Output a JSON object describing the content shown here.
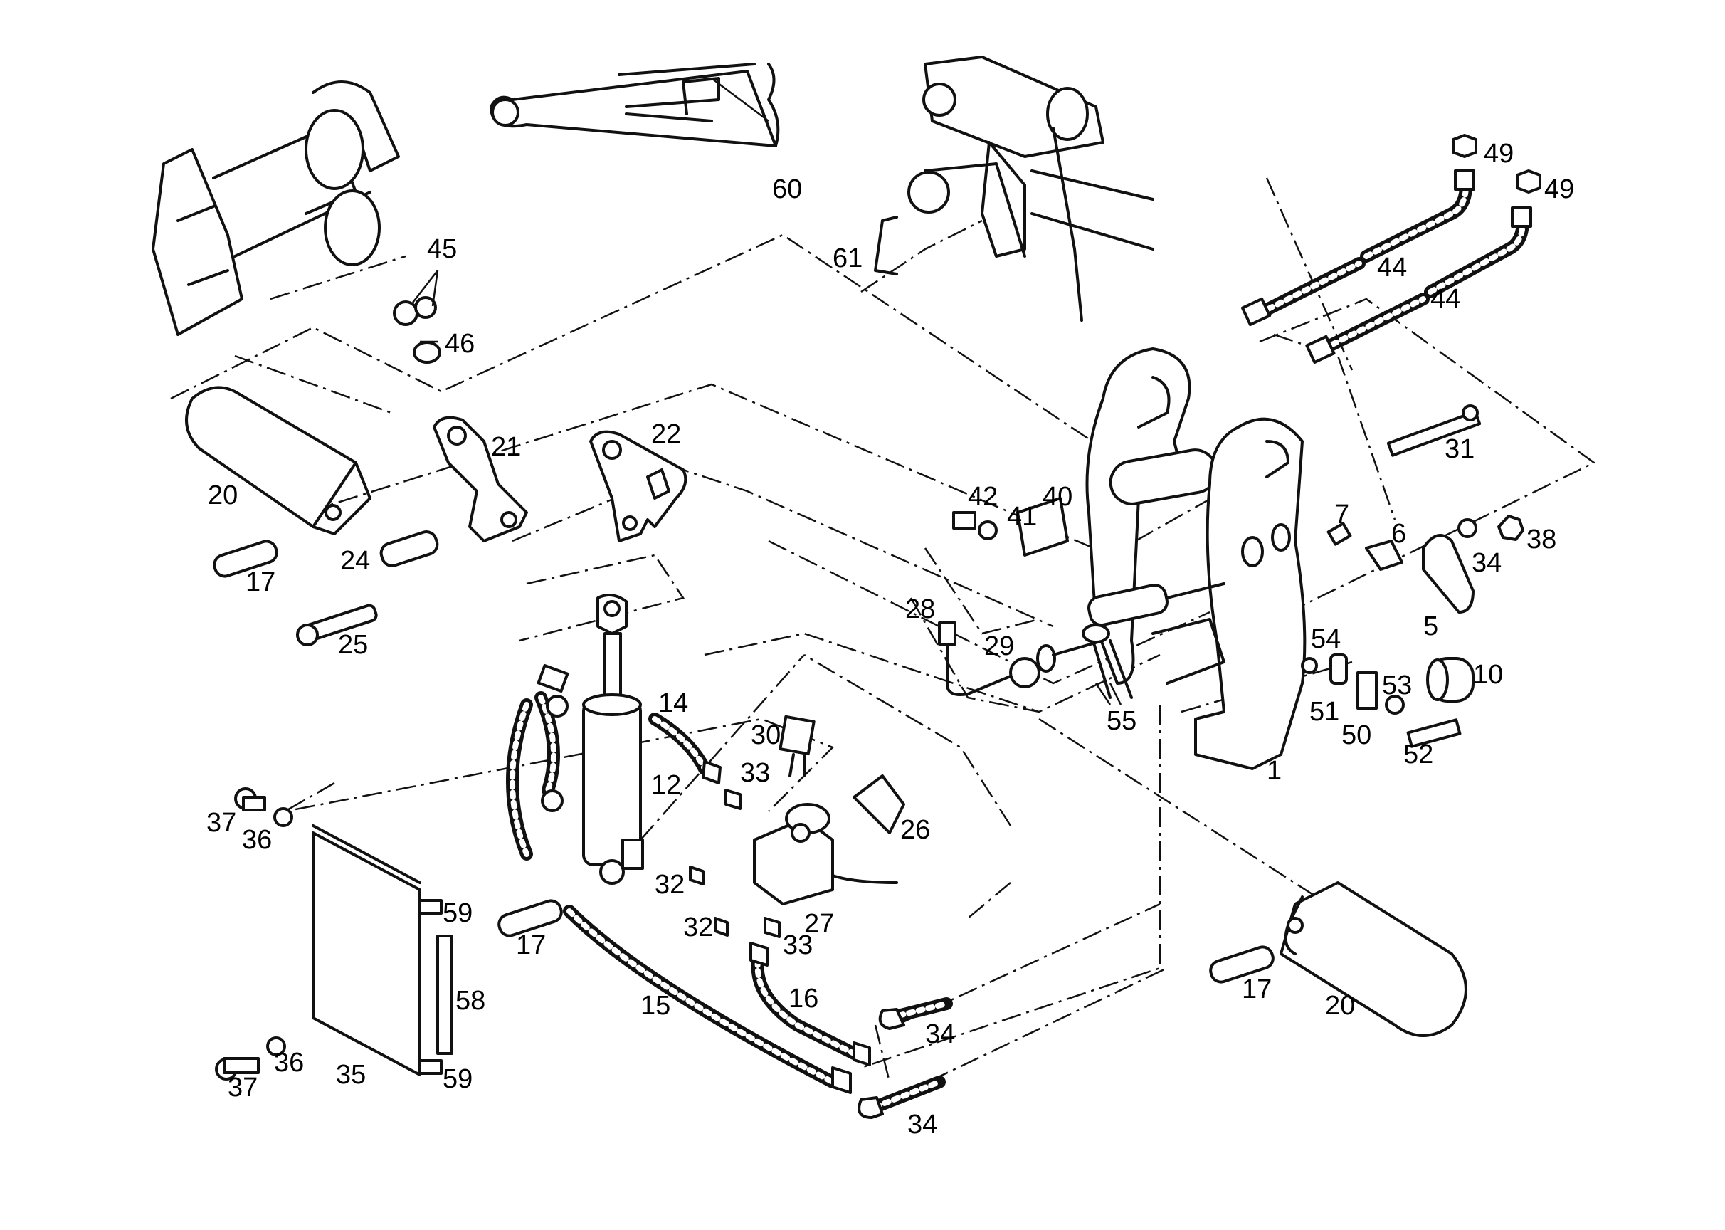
{
  "callouts": [
    {
      "id": "1",
      "text": "1"
    },
    {
      "id": "5",
      "text": "5"
    },
    {
      "id": "6",
      "text": "6"
    },
    {
      "id": "7",
      "text": "7"
    },
    {
      "id": "10",
      "text": "10"
    },
    {
      "id": "12",
      "text": "12"
    },
    {
      "id": "14",
      "text": "14"
    },
    {
      "id": "15",
      "text": "15"
    },
    {
      "id": "16",
      "text": "16"
    },
    {
      "id": "17a",
      "text": "17"
    },
    {
      "id": "17b",
      "text": "17"
    },
    {
      "id": "17c",
      "text": "17"
    },
    {
      "id": "20a",
      "text": "20"
    },
    {
      "id": "20b",
      "text": "20"
    },
    {
      "id": "21",
      "text": "21"
    },
    {
      "id": "22",
      "text": "22"
    },
    {
      "id": "24",
      "text": "24"
    },
    {
      "id": "25",
      "text": "25"
    },
    {
      "id": "26",
      "text": "26"
    },
    {
      "id": "27",
      "text": "27"
    },
    {
      "id": "28",
      "text": "28"
    },
    {
      "id": "29",
      "text": "29"
    },
    {
      "id": "30",
      "text": "30"
    },
    {
      "id": "31",
      "text": "31"
    },
    {
      "id": "32a",
      "text": "32"
    },
    {
      "id": "32b",
      "text": "32"
    },
    {
      "id": "33a",
      "text": "33"
    },
    {
      "id": "33b",
      "text": "33"
    },
    {
      "id": "34a",
      "text": "34"
    },
    {
      "id": "34b",
      "text": "34"
    },
    {
      "id": "34c",
      "text": "34"
    },
    {
      "id": "35",
      "text": "35"
    },
    {
      "id": "36a",
      "text": "36"
    },
    {
      "id": "36b",
      "text": "36"
    },
    {
      "id": "37a",
      "text": "37"
    },
    {
      "id": "37b",
      "text": "37"
    },
    {
      "id": "38",
      "text": "38"
    },
    {
      "id": "40",
      "text": "40"
    },
    {
      "id": "41",
      "text": "41"
    },
    {
      "id": "42",
      "text": "42"
    },
    {
      "id": "44a",
      "text": "44"
    },
    {
      "id": "44b",
      "text": "44"
    },
    {
      "id": "45",
      "text": "45"
    },
    {
      "id": "46",
      "text": "46"
    },
    {
      "id": "49a",
      "text": "49"
    },
    {
      "id": "49b",
      "text": "49"
    },
    {
      "id": "50",
      "text": "50"
    },
    {
      "id": "51",
      "text": "51"
    },
    {
      "id": "52",
      "text": "52"
    },
    {
      "id": "53",
      "text": "53"
    },
    {
      "id": "54",
      "text": "54"
    },
    {
      "id": "55",
      "text": "55"
    },
    {
      "id": "58",
      "text": "58"
    },
    {
      "id": "59a",
      "text": "59"
    },
    {
      "id": "59b",
      "text": "59"
    },
    {
      "id": "60",
      "text": "60"
    },
    {
      "id": "61",
      "text": "61"
    }
  ]
}
